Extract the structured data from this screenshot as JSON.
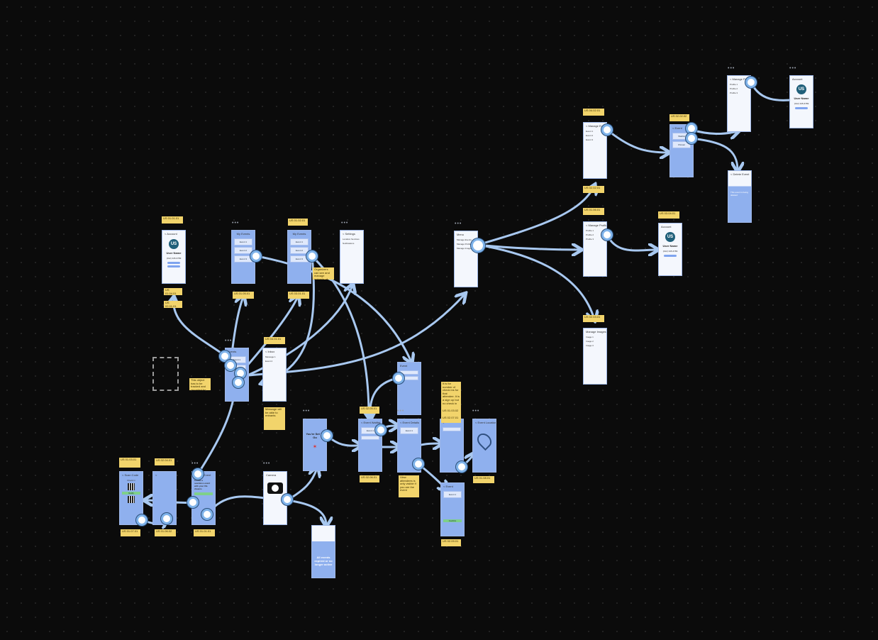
{
  "frames": {
    "account": {
      "title": "< Account",
      "avatar": "US",
      "name": "User Name",
      "phone": "(012) 345-6789"
    },
    "my_events": {
      "title": "My Events",
      "event1": "Event 1",
      "event2": "Event 2",
      "event3": "Event 3"
    },
    "my_events2": {
      "title": "My Events",
      "event1": "Event 1",
      "event2": "Event 2",
      "event3": "Event 3"
    },
    "settings": {
      "title": "< Settings",
      "row1": "Location Services",
      "row2": "Notifications"
    },
    "menu": {
      "title": "Menu",
      "item1": "Manage Events",
      "item2": "Manage Profile",
      "item3": "Manage Images"
    },
    "manage_events": {
      "title": "< Manage Events",
      "rows": [
        "Event 1",
        "Event 2",
        "Event 3"
      ]
    },
    "manage_profile": {
      "title": "< Manage Profile",
      "rows": [
        "Profile 1",
        "Profile 2",
        "Profile 3"
      ]
    },
    "manage_images": {
      "title": "Manage Images",
      "row1": "Image 1",
      "row2": "Image 2",
      "row3": "Image 3"
    },
    "event_detail": {
      "title": "< Event",
      "label1": "Waitlist",
      "label2": "Chosen"
    },
    "manage_profiles_top": {
      "title": "< Manage Profiles",
      "rows": [
        "Profile 1",
        "Profile 2",
        "Profile 3"
      ]
    },
    "account_top": {
      "title": "Account",
      "avatar": "US",
      "name": "User Name",
      "phone": "(012) 345-6789"
    },
    "account_mid": {
      "title": "Account",
      "avatar": "US",
      "name": "User Name",
      "phone": "(012) 345-6789"
    },
    "admin_msg": {
      "title": "< Delete Event",
      "body": "This event is being deleted"
    },
    "inbox": {
      "title": "< Inbox",
      "msg1": "Message 1",
      "msg2": "Event 2"
    },
    "event_list": {
      "title": "Events",
      "event1": "Event 1",
      "event2": "Event 2"
    },
    "create_event": {
      "title": "Create Event",
      "body": "Create a seamless event with your life dreams"
    },
    "qr_screen": {
      "title": "< Scan Code",
      "check_in": "Check in",
      "notify": "Notify"
    },
    "camera": {
      "title": "Camera"
    },
    "added": {
      "title": "You're Set To Go"
    },
    "no_longer": {
      "title": "All events expired or no longer active"
    },
    "event_info": {
      "title": "Event"
    },
    "map": {
      "title": "< Event Location"
    },
    "waitlist": {
      "title": "< Event Waitlist",
      "event": "Event 1"
    },
    "scan_result": {
      "title": "< Event Details",
      "event": "Event 1"
    },
    "confirm": {
      "title": "< Event",
      "event": "Event 1",
      "label": "Confirm"
    }
  },
  "stickies": [
    "US 01.01.01",
    "US 02.01.01",
    "US 01.04.01",
    "US 01.02.01",
    "US 01.05.01",
    "US 03.01.01",
    "US 04.01.01",
    "US 04.02.01",
    "US 02.02.01",
    "US 01.06.01",
    "US 02.02.02",
    "US 03.04.01",
    "US 02.03.01",
    "US 01.03.01",
    "US 02.04.01",
    "US 01.07.01",
    "US 01.06.02",
    "US 01.01.01",
    "US 02.05.01",
    "US 02.06.01",
    "US 01.03.02",
    "US 01.08.01",
    "US 02.09.01",
    "US 02.07.01"
  ],
  "notes": {
    "note1": "Organizers can see and manage entrants of events",
    "note2": "Message will be able to entrants",
    "note3": "It is for number of check ins for that attendee. It is a sign up but no check in",
    "note4": "View attendees is only visible if you are the event",
    "note5": "This object has to be tracked and recorded for each user"
  },
  "icons": {
    "placeholder": "dashed-placeholder-icon",
    "camera": "camera-icon",
    "map": "map-pin-icon"
  },
  "colors": {
    "background": "#0b0b0b",
    "frame": "#f4f7fd",
    "frame_blue": "#8fb0ee",
    "connector": "#a8c8f0",
    "sticky": "#f2d46b"
  }
}
